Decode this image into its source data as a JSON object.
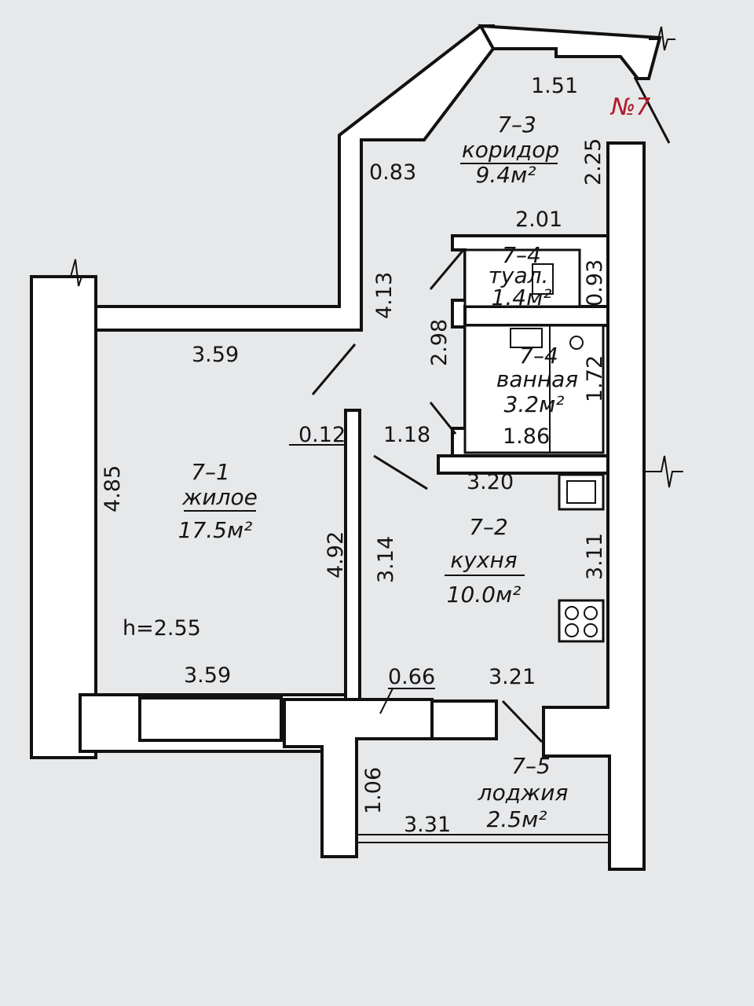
{
  "plan": {
    "apartment_mark": "№7",
    "ceiling_height": "h=2.55",
    "rooms": {
      "living": {
        "number": "7–1",
        "name": "жилое",
        "area": "17.5м²"
      },
      "kitchen": {
        "number": "7–2",
        "name": "кухня",
        "area": "10.0м²"
      },
      "corridor": {
        "number": "7–3",
        "name": "коридор",
        "area": "9.4м²"
      },
      "toilet": {
        "number": "7–4",
        "name": "туал.",
        "area": "1.4м²"
      },
      "bathroom": {
        "number": "7–4",
        "name": "ванная",
        "area": "3.2м²"
      },
      "loggia": {
        "number": "7–5",
        "name": "лоджия",
        "area": "2.5м²"
      }
    },
    "dimensions": {
      "corridor_top": "1.51",
      "corridor_diag": "0.83",
      "corridor_right": "2.25",
      "corridor_width": "2.01",
      "corridor_left": "4.13",
      "toilet_height": "0.93",
      "bath_block_left": "2.98",
      "bath_height": "1.72",
      "bath_width": "1.86",
      "passage_width": "1.18",
      "wall_stub": "0.12",
      "living_top": "3.59",
      "living_left": "4.85",
      "living_right": "4.92",
      "living_bottom": "3.59",
      "kitchen_top": "3.20",
      "kitchen_left": "3.14",
      "kitchen_right": "3.11",
      "kitchen_bottom": "3.21",
      "window_pier": "0.66",
      "loggia_left": "1.06",
      "loggia_bottom": "3.31"
    }
  }
}
